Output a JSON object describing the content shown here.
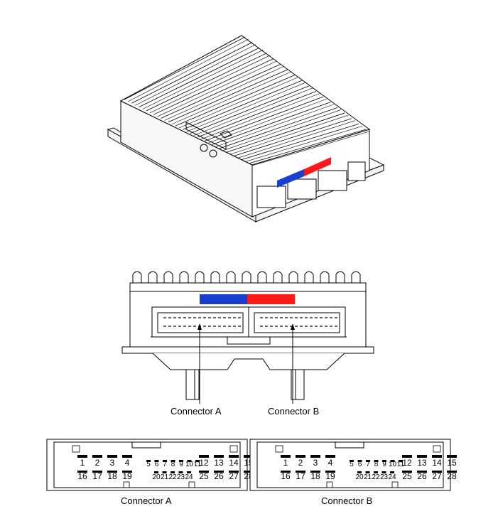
{
  "labels": {
    "front_connector_a": "Connector A",
    "front_connector_b": "Connector B",
    "bottom_connector_a": "Connector A",
    "bottom_connector_b": "Connector B"
  },
  "colors": {
    "connector_a": "#1a3fd0",
    "connector_b": "#ff1a1a"
  },
  "connector_pins": {
    "top_large_left": [
      "1",
      "2",
      "3",
      "4"
    ],
    "top_small": [
      "5",
      "6",
      "7",
      "8",
      "9",
      "10",
      "11"
    ],
    "top_large_right": [
      "12",
      "13",
      "14",
      "15"
    ],
    "bottom_large_left": [
      "16",
      "17",
      "18",
      "19"
    ],
    "bottom_small": [
      "20",
      "21",
      "22",
      "23",
      "24"
    ],
    "bottom_large_right": [
      "25",
      "26",
      "27",
      "28"
    ]
  },
  "icons": [
    "ecu-module-illustration",
    "ecu-front-view",
    "connector-face"
  ]
}
